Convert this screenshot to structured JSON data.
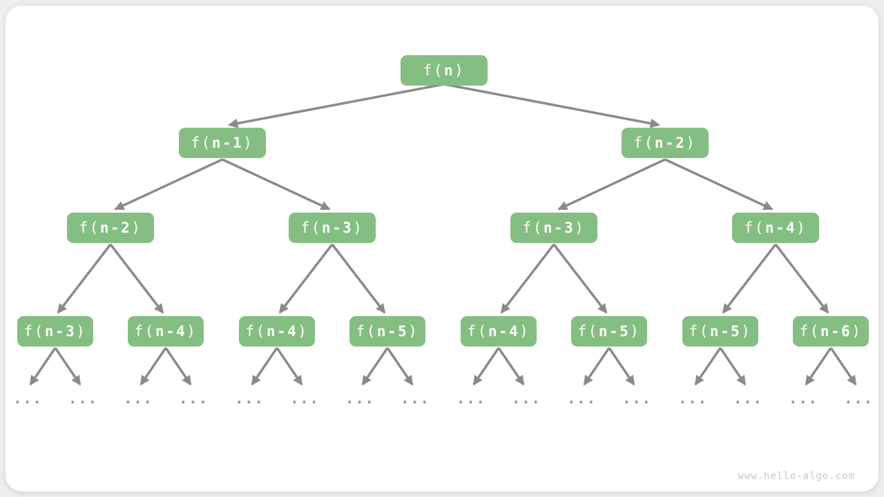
{
  "diagram": {
    "description": "recursion-tree",
    "ellipsis": "...",
    "watermark": "www.hello-algo.com",
    "colors": {
      "node_fill": "#85be82",
      "node_text": "#ffffff",
      "arrow": "#8a8a8a",
      "ellipsis": "#999999",
      "watermark": "#c9c9c9",
      "card_background": "#ffffff",
      "page_background": "#efefef"
    }
  },
  "nodes": [
    {
      "pre": "f(",
      "arg": "n",
      "post": ")"
    },
    {
      "pre": "f(",
      "arg": "n-1",
      "post": ")"
    },
    {
      "pre": "f(",
      "arg": "n-2",
      "post": ")"
    },
    {
      "pre": "f(",
      "arg": "n-2",
      "post": ")"
    },
    {
      "pre": "f(",
      "arg": "n-3",
      "post": ")"
    },
    {
      "pre": "f(",
      "arg": "n-3",
      "post": ")"
    },
    {
      "pre": "f(",
      "arg": "n-4",
      "post": ")"
    },
    {
      "pre": "f(",
      "arg": "n-3",
      "post": ")"
    },
    {
      "pre": "f(",
      "arg": "n-4",
      "post": ")"
    },
    {
      "pre": "f(",
      "arg": "n-4",
      "post": ")"
    },
    {
      "pre": "f(",
      "arg": "n-5",
      "post": ")"
    },
    {
      "pre": "f(",
      "arg": "n-4",
      "post": ")"
    },
    {
      "pre": "f(",
      "arg": "n-5",
      "post": ")"
    },
    {
      "pre": "f(",
      "arg": "n-5",
      "post": ")"
    },
    {
      "pre": "f(",
      "arg": "n-6",
      "post": ")"
    }
  ]
}
